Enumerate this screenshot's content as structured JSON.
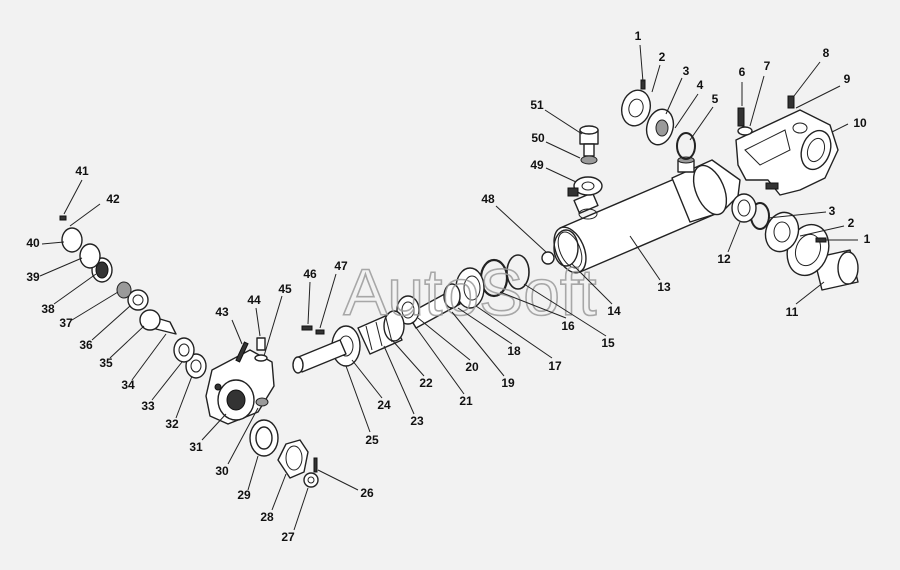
{
  "watermark": "AutoSoft",
  "labels": [
    {
      "id": "1a",
      "text": "1"
    },
    {
      "id": "2a",
      "text": "2"
    },
    {
      "id": "3a",
      "text": "3"
    },
    {
      "id": "4",
      "text": "4"
    },
    {
      "id": "5",
      "text": "5"
    },
    {
      "id": "6",
      "text": "6"
    },
    {
      "id": "7",
      "text": "7"
    },
    {
      "id": "8",
      "text": "8"
    },
    {
      "id": "9",
      "text": "9"
    },
    {
      "id": "10",
      "text": "10"
    },
    {
      "id": "3b",
      "text": "3"
    },
    {
      "id": "2b",
      "text": "2"
    },
    {
      "id": "1b",
      "text": "1"
    },
    {
      "id": "11",
      "text": "11"
    },
    {
      "id": "12",
      "text": "12"
    },
    {
      "id": "13",
      "text": "13"
    },
    {
      "id": "14",
      "text": "14"
    },
    {
      "id": "15",
      "text": "15"
    },
    {
      "id": "16",
      "text": "16"
    },
    {
      "id": "17",
      "text": "17"
    },
    {
      "id": "18",
      "text": "18"
    },
    {
      "id": "19",
      "text": "19"
    },
    {
      "id": "20",
      "text": "20"
    },
    {
      "id": "21",
      "text": "21"
    },
    {
      "id": "22",
      "text": "22"
    },
    {
      "id": "23",
      "text": "23"
    },
    {
      "id": "24",
      "text": "24"
    },
    {
      "id": "25",
      "text": "25"
    },
    {
      "id": "26",
      "text": "26"
    },
    {
      "id": "27",
      "text": "27"
    },
    {
      "id": "28",
      "text": "28"
    },
    {
      "id": "29",
      "text": "29"
    },
    {
      "id": "30",
      "text": "30"
    },
    {
      "id": "31",
      "text": "31"
    },
    {
      "id": "32",
      "text": "32"
    },
    {
      "id": "33",
      "text": "33"
    },
    {
      "id": "34",
      "text": "34"
    },
    {
      "id": "35",
      "text": "35"
    },
    {
      "id": "36",
      "text": "36"
    },
    {
      "id": "37",
      "text": "37"
    },
    {
      "id": "38",
      "text": "38"
    },
    {
      "id": "39",
      "text": "39"
    },
    {
      "id": "40",
      "text": "40"
    },
    {
      "id": "41",
      "text": "41"
    },
    {
      "id": "42",
      "text": "42"
    },
    {
      "id": "43",
      "text": "43"
    },
    {
      "id": "44",
      "text": "44"
    },
    {
      "id": "45",
      "text": "45"
    },
    {
      "id": "46",
      "text": "46"
    },
    {
      "id": "47",
      "text": "47"
    },
    {
      "id": "48",
      "text": "48"
    },
    {
      "id": "49",
      "text": "49"
    },
    {
      "id": "50",
      "text": "50"
    },
    {
      "id": "51",
      "text": "51"
    }
  ]
}
